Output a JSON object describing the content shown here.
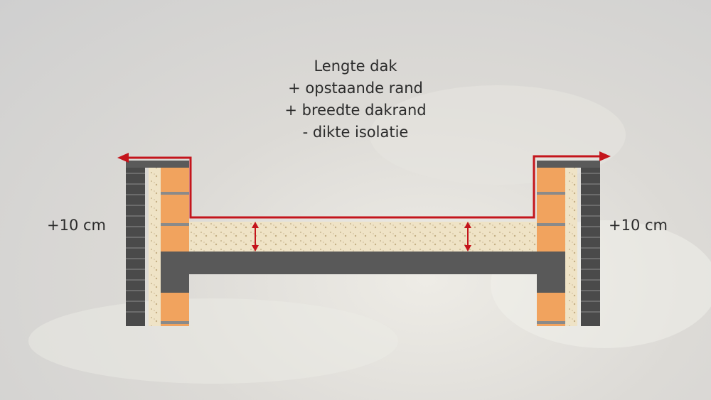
{
  "formula": {
    "line1": "Lengte dak",
    "line2": "+ opstaande rand",
    "line3": "+ breedte dakrand",
    "line4": "- dikte isolatie"
  },
  "labels": {
    "left": "+10 cm",
    "right": "+10 cm"
  },
  "colors": {
    "red_line": "#c4151c",
    "orange_brick": "#f1a35e",
    "dark_brick": "#4a4a4a",
    "concrete": "#595959",
    "insulation": "#efe3c6"
  }
}
